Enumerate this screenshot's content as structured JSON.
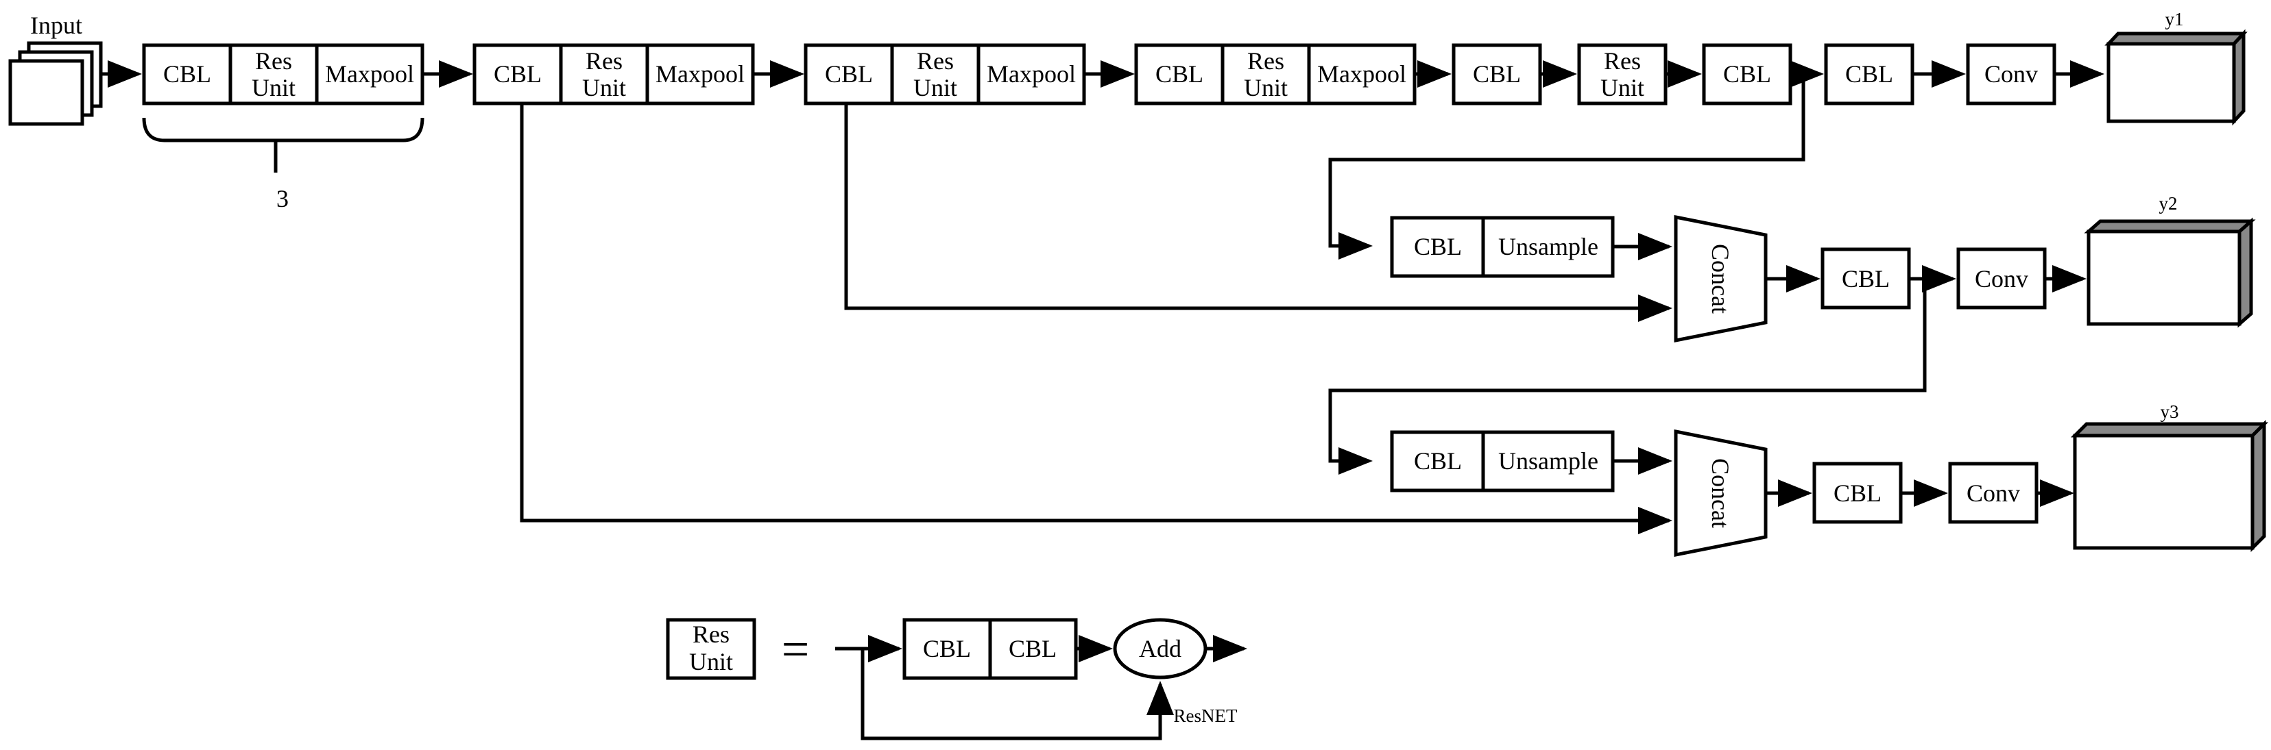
{
  "labels": {
    "input": "Input",
    "cbl": "CBL",
    "res": "Res",
    "unit": "Unit",
    "maxpool": "Maxpool",
    "unsample": "Unsample",
    "concat": "Concat",
    "conv": "Conv",
    "add": "Add",
    "repeat_count": "3",
    "resnet": "ResNET",
    "equals": "=",
    "y1": "y1",
    "y2": "y2",
    "y3": "y3"
  }
}
